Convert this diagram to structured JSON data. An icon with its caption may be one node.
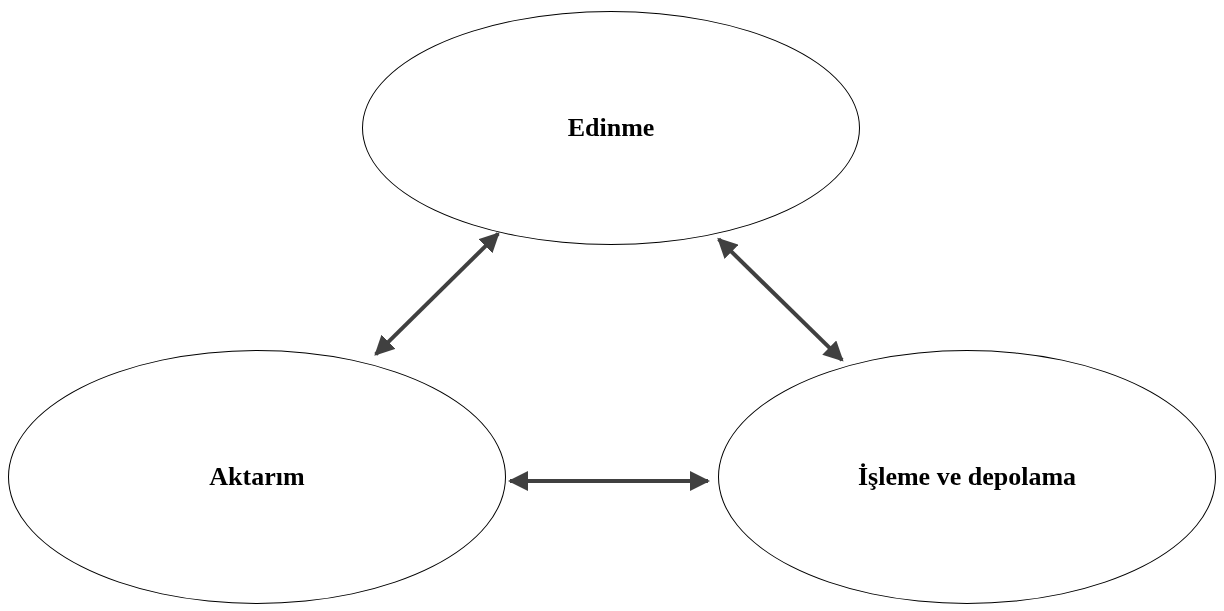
{
  "diagram": {
    "nodes": [
      {
        "text": [
          "Edinme"
        ]
      },
      {
        "text": [
          "Aktarım"
        ]
      },
      {
        "text": [
          "İşleme ve depolama"
        ]
      }
    ],
    "edges": [
      {
        "from": 0,
        "to": 1,
        "arrow": "both"
      },
      {
        "from": 0,
        "to": 2,
        "arrow": "both"
      },
      {
        "from": 1,
        "to": 2,
        "arrow": "both"
      }
    ]
  }
}
